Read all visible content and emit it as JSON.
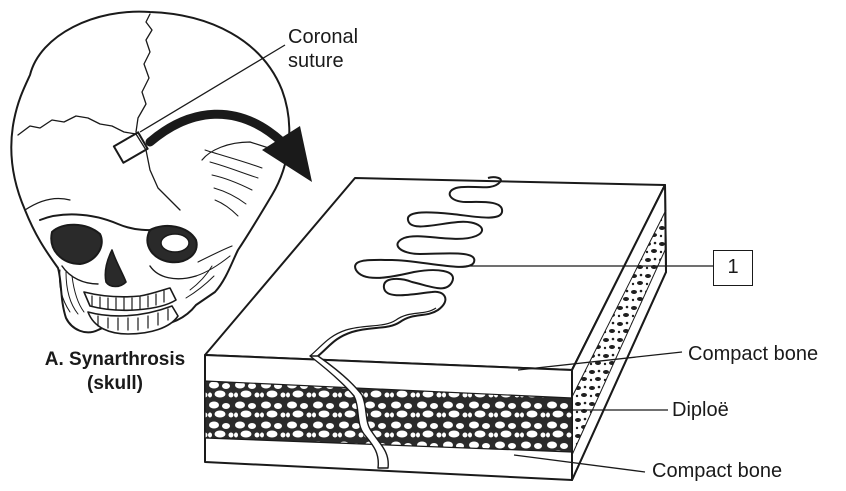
{
  "labels": {
    "coronal_line1": "Coronal",
    "coronal_line2": "suture",
    "callout_number": "1",
    "compact_bone_top": "Compact bone",
    "diploe": "Diploë",
    "compact_bone_bottom": "Compact bone",
    "caption_line1": "A. Synarthrosis",
    "caption_line2": "(skull)"
  },
  "colors": {
    "ink": "#1a1a1a",
    "paper": "#ffffff",
    "bone_shade": "#3a3a3a"
  }
}
